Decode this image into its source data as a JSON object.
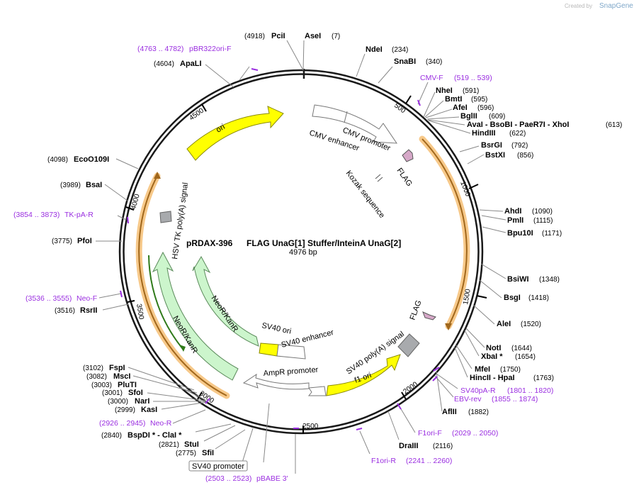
{
  "credit": {
    "created_by": "Created by",
    "brand": "SnapGene"
  },
  "plasmid": {
    "name": "pRDAX-396",
    "description": "FLAG UnaG[1] Stuffer/InteinA UnaG[2]",
    "size": "4976 bp",
    "length": 4976
  },
  "ticks": [
    {
      "pos": 500,
      "label": "500"
    },
    {
      "pos": 1000,
      "label": "1000"
    },
    {
      "pos": 1500,
      "label": "1500"
    },
    {
      "pos": 2000,
      "label": "2000"
    },
    {
      "pos": 2500,
      "label": "2500"
    },
    {
      "pos": 3000,
      "label": "3000"
    },
    {
      "pos": 3500,
      "label": "3500"
    },
    {
      "pos": 4000,
      "label": "4000"
    },
    {
      "pos": 4500,
      "label": "4500"
    }
  ],
  "sites": [
    {
      "name": "AseI",
      "pos": "(7)"
    },
    {
      "name": "PciI",
      "pos": "(4918)"
    },
    {
      "name": "NdeI",
      "pos": "(234)"
    },
    {
      "name": "SnaBI",
      "pos": "(340)"
    },
    {
      "name": "NheI",
      "pos": "(591)"
    },
    {
      "name": "BmtI",
      "pos": "(595)"
    },
    {
      "name": "AfeI",
      "pos": "(596)"
    },
    {
      "name": "BglII",
      "pos": "(609)"
    },
    {
      "name": "AvaI - BsoBI - PaeR7I - XhoI",
      "pos": "(613)"
    },
    {
      "name": "HindIII",
      "pos": "(622)"
    },
    {
      "name": "BsrGI",
      "pos": "(792)"
    },
    {
      "name": "BstXI",
      "pos": "(856)"
    },
    {
      "name": "AhdI",
      "pos": "(1090)"
    },
    {
      "name": "PmlI",
      "pos": "(1115)"
    },
    {
      "name": "Bpu10I",
      "pos": "(1171)"
    },
    {
      "name": "BsiWI",
      "pos": "(1348)"
    },
    {
      "name": "BsgI",
      "pos": "(1418)"
    },
    {
      "name": "AleI",
      "pos": "(1520)"
    },
    {
      "name": "NotI",
      "pos": "(1644)"
    },
    {
      "name": "XbaI *",
      "pos": "(1654)"
    },
    {
      "name": "MfeI",
      "pos": "(1750)"
    },
    {
      "name": "HincII - HpaI",
      "pos": "(1763)"
    },
    {
      "name": "AflII",
      "pos": "(1882)"
    },
    {
      "name": "DraIII",
      "pos": "(2116)"
    },
    {
      "name": "SfiI",
      "pos": "(2775)"
    },
    {
      "name": "StuI",
      "pos": "(2821)"
    },
    {
      "name": "BspDI * - ClaI *",
      "pos": "(2840)"
    },
    {
      "name": "KasI",
      "pos": "(2999)"
    },
    {
      "name": "NarI",
      "pos": "(3000)"
    },
    {
      "name": "SfoI",
      "pos": "(3001)"
    },
    {
      "name": "PluTI",
      "pos": "(3003)"
    },
    {
      "name": "MscI",
      "pos": "(3082)"
    },
    {
      "name": "FspI",
      "pos": "(3102)"
    },
    {
      "name": "RsrII",
      "pos": "(3516)"
    },
    {
      "name": "PfoI",
      "pos": "(3775)"
    },
    {
      "name": "BsaI",
      "pos": "(3989)"
    },
    {
      "name": "EcoO109I",
      "pos": "(4098)"
    },
    {
      "name": "ApaLI",
      "pos": "(4604)"
    }
  ],
  "primers": [
    {
      "name": "pBR322ori-F",
      "range": "(4763 .. 4782)"
    },
    {
      "name": "CMV-F",
      "range": "(519 .. 539)"
    },
    {
      "name": "SV40pA-R",
      "range": "(1801 .. 1820)"
    },
    {
      "name": "EBV-rev",
      "range": "(1855 .. 1874)"
    },
    {
      "name": "F1ori-F",
      "range": "(2029 .. 2050)"
    },
    {
      "name": "F1ori-R",
      "range": "(2241 .. 2260)"
    },
    {
      "name": "pBABE 3'",
      "range": "(2503 .. 2523)"
    },
    {
      "name": "Neo-R",
      "range": "(2926 .. 2945)"
    },
    {
      "name": "Neo-F",
      "range": "(3536 .. 3555)"
    },
    {
      "name": "TK-pA-R",
      "range": "(3854 .. 3873)"
    }
  ],
  "features": {
    "ori": "ori",
    "cmv_promoter": "CMV promoter",
    "cmv_enhancer": "CMV enhancer",
    "flag1": "FLAG",
    "kozak": "Kozak sequence",
    "flag2": "FLAG",
    "sv40_polya": "SV40 poly(A) signal",
    "f1_ori": "f1 ori",
    "ampr_promoter": "AmpR promoter",
    "sv40_ori": "SV40 ori",
    "sv40_enhancer": "SV40 enhancer",
    "neokan_inner": "NeoR/KanR",
    "neokan_outer": "NeoR/KanR",
    "hsv_tk": "HSV TK poly(A) signal",
    "sv40_promoter": "SV40 promoter"
  },
  "colors": {
    "backbone": "#1a1a1a",
    "ori": "#ffff00",
    "f1ori": "#ffff00",
    "cds_highlight": "#f7c98a",
    "cds_arrow": "#a0671c",
    "neo_fill": "#ccf5cc",
    "neo_arrow": "#2f7a1a",
    "promoter_fill": "#ffffff",
    "flag_fill": "#d6a8c8",
    "polya_fill": "#a8aaad",
    "primer": "#9a2ee0",
    "leader": "#888888"
  }
}
